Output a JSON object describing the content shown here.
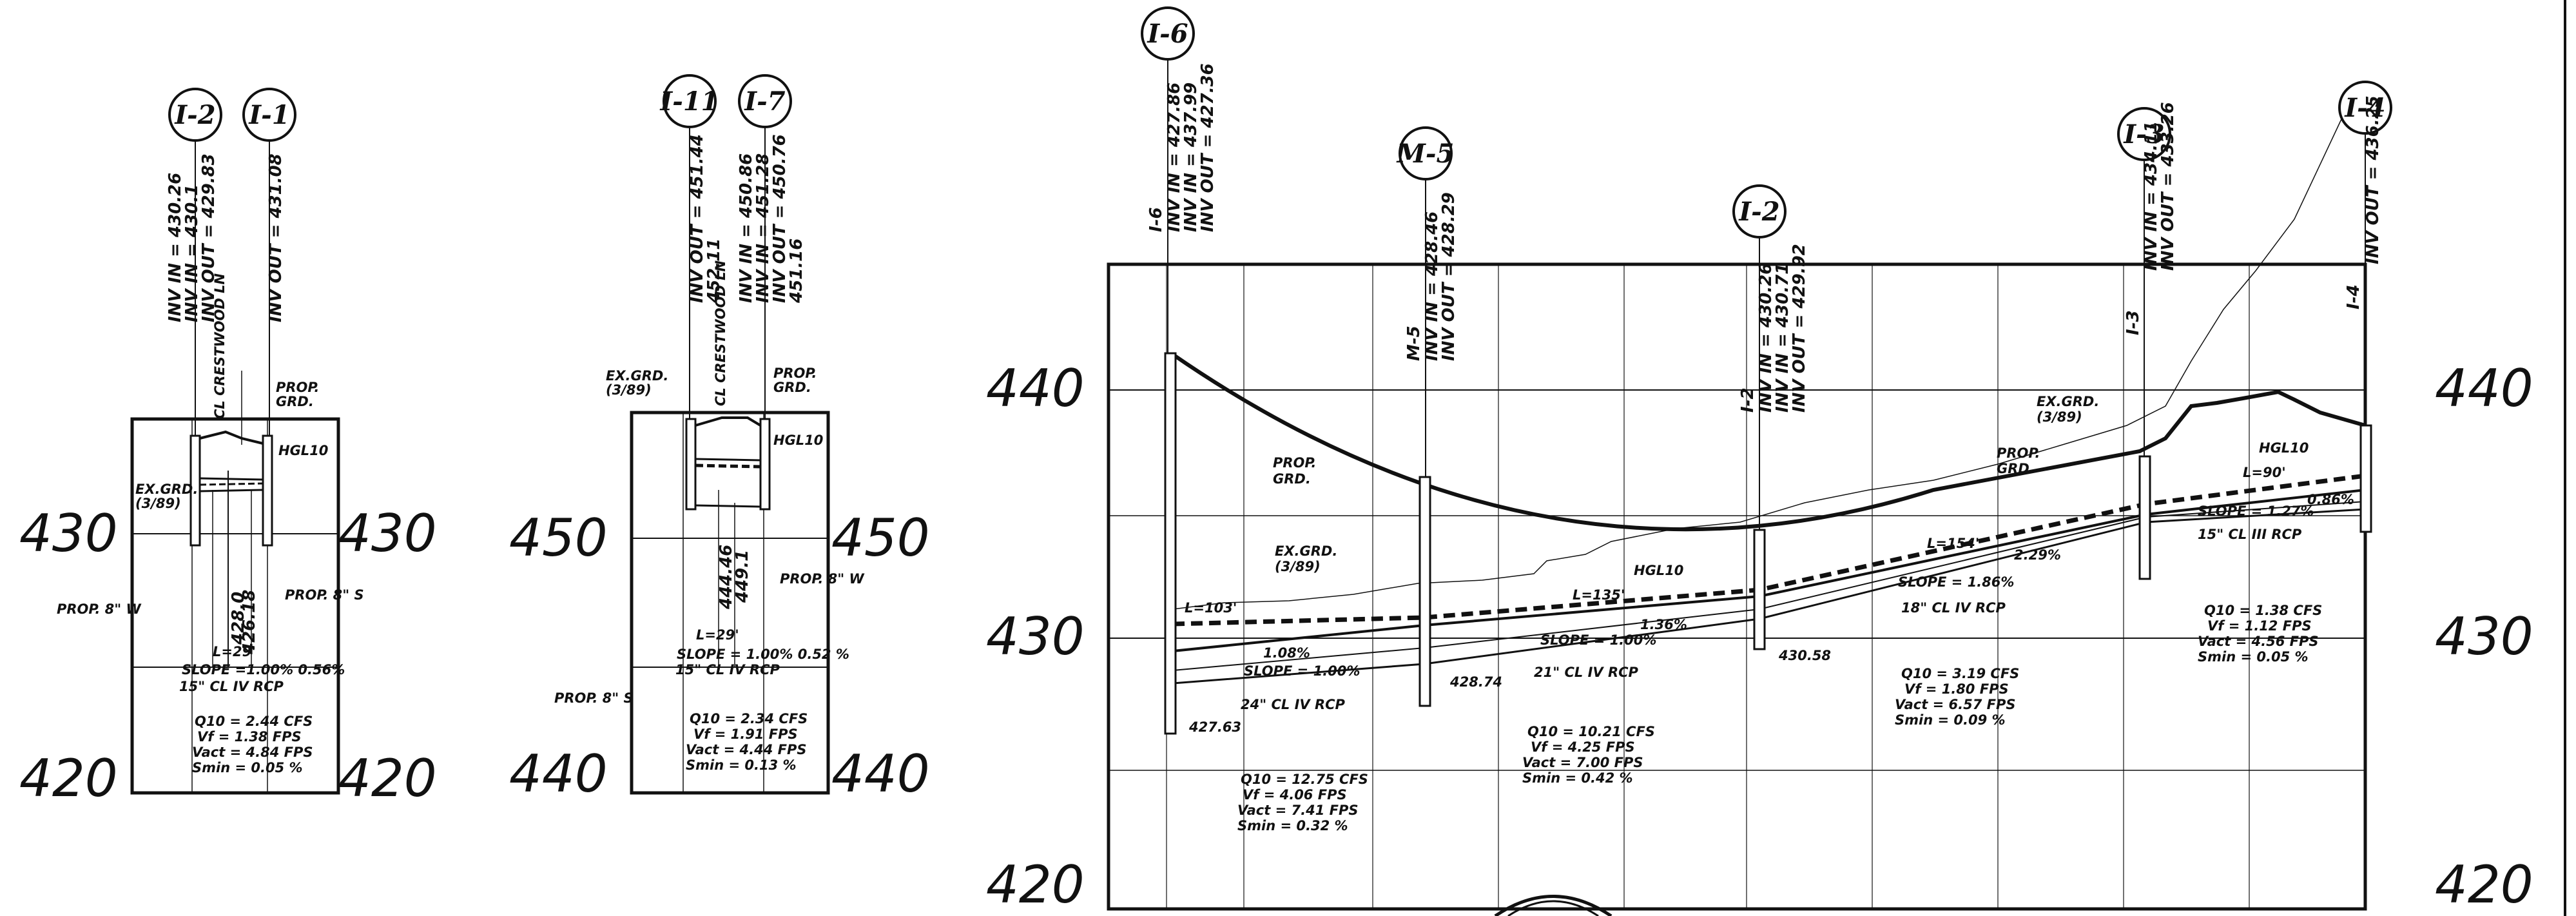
{
  "left_profile": {
    "structures": [
      "I-2",
      "I-1"
    ],
    "elev_labels": [
      "430",
      "430",
      "420",
      "420"
    ],
    "inv_i2": [
      "INV IN = 430.26",
      "INV IN = 430.1",
      "INV OUT = 429.83"
    ],
    "inv_i1": "INV OUT = 431.08",
    "cl_label": "CL CRESTWOOD LN",
    "prop_grd": [
      "PROP.",
      "GRD."
    ],
    "hgl": "HGL10",
    "ex_grd": [
      "EX.GRD.",
      "(3/89)"
    ],
    "dims": [
      "428.0",
      "426.18"
    ],
    "pipe_w": "PROP. 8\" W",
    "pipe_s": "PROP. 8\" S",
    "length": "L=29'",
    "slope": "SLOPE =1.00% 0.56%",
    "pipe": "15\" CL IV RCP",
    "flow": [
      "Q10 = 2.44 CFS",
      "Vf = 1.38 FPS",
      "Vact = 4.84 FPS",
      "Smin = 0.05 %"
    ]
  },
  "mid_profile": {
    "structures": [
      "I-11",
      "I-7"
    ],
    "elev_labels": [
      "450",
      "450",
      "440",
      "440"
    ],
    "inv_i11": [
      "INV OUT = 451.44",
      "452.11"
    ],
    "inv_i7": [
      "INV IN = 450.86",
      "INV IN = 451.28",
      "INV OUT = 450.76",
      "451.16"
    ],
    "cl_label": "CL CRESTWOOD LN",
    "ex_grd": [
      "EX.GRD.",
      "(3/89)"
    ],
    "prop_grd": [
      "PROP.",
      "GRD."
    ],
    "hgl": "HGL10",
    "dims": [
      "444.46",
      "449.1"
    ],
    "pipe_w": "PROP. 8\" W",
    "pipe_s": "PROP. 8\" S",
    "length": "L=29'",
    "slope": "SLOPE = 1.00% 0.52 %",
    "pipe": "15\" CL IV RCP",
    "flow": [
      "Q10 = 2.34 CFS",
      "Vf = 1.91 FPS",
      "Vact = 4.44 FPS",
      "Smin = 0.13 %"
    ]
  },
  "main_profile": {
    "structures": [
      "I-6",
      "M-5",
      "I-2",
      "I-3",
      "I-4"
    ],
    "elev_labels": [
      "440",
      "430",
      "420",
      "440",
      "430",
      "420"
    ],
    "inv_i6": [
      "I-6",
      "INV IN = 427.86",
      "INV IN = 437.99",
      "INV OUT = 427.36"
    ],
    "inv_m5": [
      "M-5",
      "INV IN = 428.46",
      "INV OUT = 428.29"
    ],
    "inv_i2": [
      "I-2",
      "INV IN = 430.26",
      "INV IN = 430.71",
      "INV OUT = 429.92"
    ],
    "inv_i3": [
      "I-3",
      "INV IN = 434.11",
      "INV OUT = 433.26"
    ],
    "inv_i4": [
      "I-4",
      "INV OUT = 436.25"
    ],
    "prop_grd": [
      "PROP.",
      "GRD."
    ],
    "ex_grd_left": [
      "EX.GRD.",
      "(3/89)"
    ],
    "ex_grd_right": [
      "EX.GRD.",
      "(3/89)"
    ],
    "prop_grd_right": [
      "PROP.",
      "GRD."
    ],
    "hgl_mid": "HGL10",
    "hgl_right": "HGL10",
    "seg1": {
      "length": "L=103'",
      "slope": "SLOPE = 1.00%",
      "slope_alt": "1.08%",
      "pipe": "24\" CL IV RCP",
      "inv": "427.63",
      "flow": [
        "Q10 = 12.75 CFS",
        "Vf = 4.06 FPS",
        "Vact = 7.41 FPS",
        "Smin = 0.32 %"
      ]
    },
    "seg2": {
      "length": "L=135'",
      "slope": "SLOPE = 1.00%",
      "slope_alt": "1.36%",
      "pipe": "21\" CL IV RCP",
      "inv": "428.74",
      "flow": [
        "Q10 = 10.21 CFS",
        "Vf = 4.25 FPS",
        "Vact = 7.00 FPS",
        "Smin = 0.42 %"
      ]
    },
    "seg3": {
      "length": "L=154'",
      "slope": "SLOPE = 1.86%",
      "slope_alt": "2.29%",
      "pipe": "18\" CL IV RCP",
      "inv": "430.58",
      "flow": [
        "Q10 = 3.19 CFS",
        "Vf = 1.80 FPS",
        "Vact = 6.57 FPS",
        "Smin = 0.09 %"
      ]
    },
    "seg4": {
      "length": "L=90'",
      "slope": "SLOPE = 1.27%",
      "slope_alt": "0.86%",
      "pipe": "15\" CL III RCP",
      "flow": [
        "Q10 = 1.38 CFS",
        "Vf = 1.12 FPS",
        "Vact = 4.56 FPS",
        "Smin = 0.05 %"
      ]
    }
  }
}
